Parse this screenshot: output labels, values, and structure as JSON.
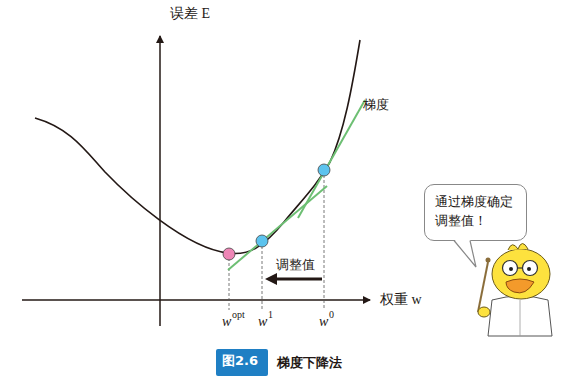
{
  "diagram": {
    "caption": "梯度下降法",
    "nodes": [
      {
        "text": [
          "通过梯度确定调整值！"
        ]
      },
      {
        "text": [
          "图2.6"
        ]
      }
    ],
    "labels": [
      "误差 E",
      "权重 w",
      "梯度",
      "调整值",
      "w",
      "opt",
      "w",
      "1",
      "w",
      "0"
    ]
  }
}
